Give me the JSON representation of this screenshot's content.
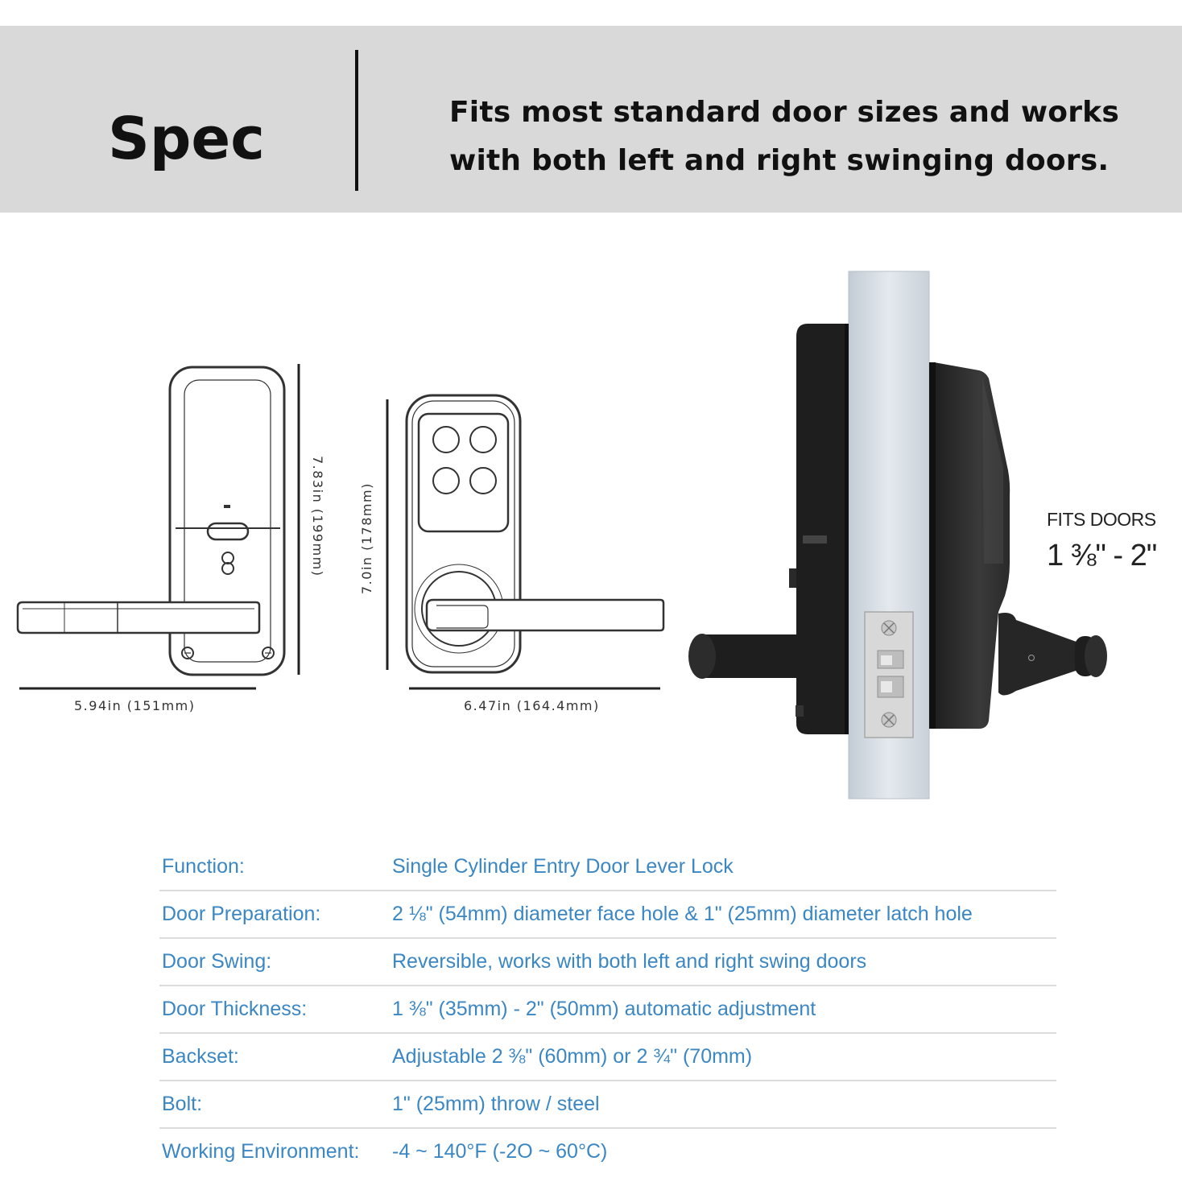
{
  "header": {
    "title": "Spec",
    "subtitle_line1": "Fits most standard door sizes and works",
    "subtitle_line2": "with both left and right swinging doors."
  },
  "dimensions": {
    "back_height": "7.83in (199mm)",
    "back_width": "5.94in (151mm)",
    "front_height": "7.0in (178mm)",
    "front_width": "6.47in (164.4mm)"
  },
  "fits": {
    "line1": "FITS DOORS",
    "line2": "1 ⅜\" - 2\""
  },
  "specs": [
    {
      "label": "Function:",
      "value": "Single Cylinder Entry Door Lever Lock"
    },
    {
      "label": "Door Preparation:",
      "value": "2 ⅛\" (54mm) diameter face hole & 1\" (25mm) diameter latch hole"
    },
    {
      "label": "Door Swing:",
      "value": "Reversible, works with both left and right swing doors"
    },
    {
      "label": "Door Thickness:",
      "value": "1 ⅜\" (35mm) - 2\" (50mm) automatic adjustment"
    },
    {
      "label": "Backset:",
      "value": "Adjustable 2 ⅜\" (60mm) or 2 ¾\" (70mm)"
    },
    {
      "label": "Bolt:",
      "value": "1\" (25mm) throw / steel"
    },
    {
      "label": "Working Environment:",
      "value": "-4 ~ 140°F (-2O ~ 60°C)"
    }
  ],
  "colors": {
    "header_bg": "#d9d9d9",
    "spec_text": "#3b87c4",
    "lock_body": "#2b2b2b"
  }
}
